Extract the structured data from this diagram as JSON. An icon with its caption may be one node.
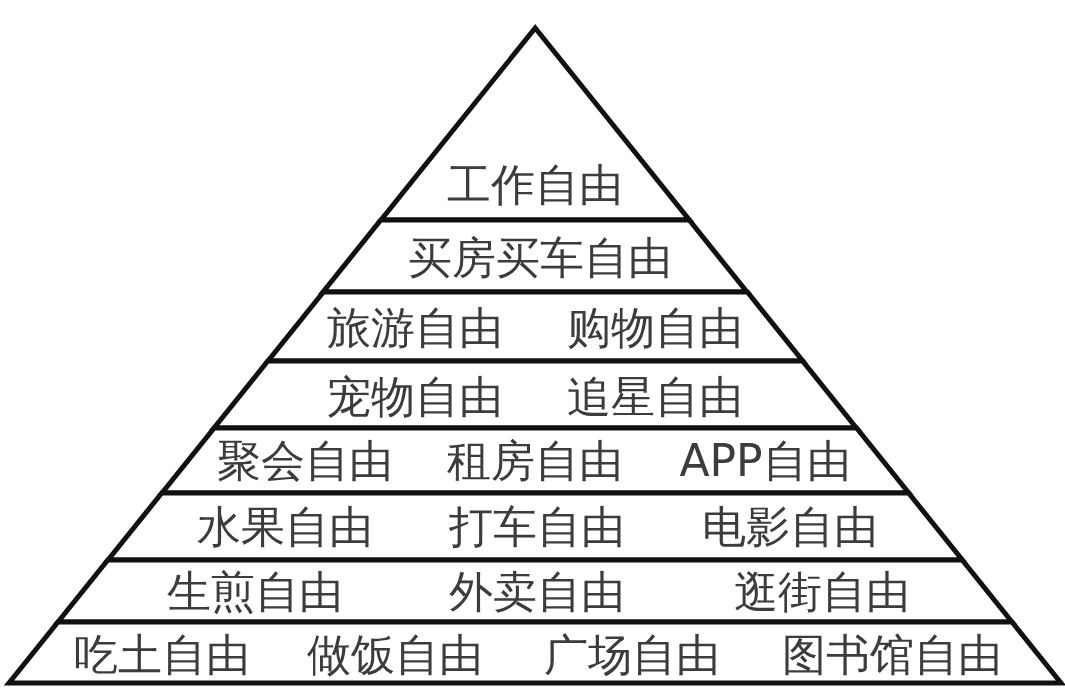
{
  "diagram": {
    "nodes": [
      {
        "text": [
          "工作自由"
        ]
      },
      {
        "text": [
          "买房买车自由"
        ]
      },
      {
        "text": [
          "旅游自由",
          "购物自由"
        ]
      },
      {
        "text": [
          "宠物自由",
          "追星自由"
        ]
      },
      {
        "text": [
          "聚会自由",
          "租房自由",
          "APP自由"
        ]
      },
      {
        "text": [
          "水果自由",
          "打车自由",
          "电影自由"
        ]
      },
      {
        "text": [
          "生煎自由",
          "外卖自由",
          "逛街自由"
        ]
      },
      {
        "text": [
          "吃土自由",
          "做饭自由",
          "广场自由",
          "图书馆自由"
        ]
      }
    ]
  }
}
